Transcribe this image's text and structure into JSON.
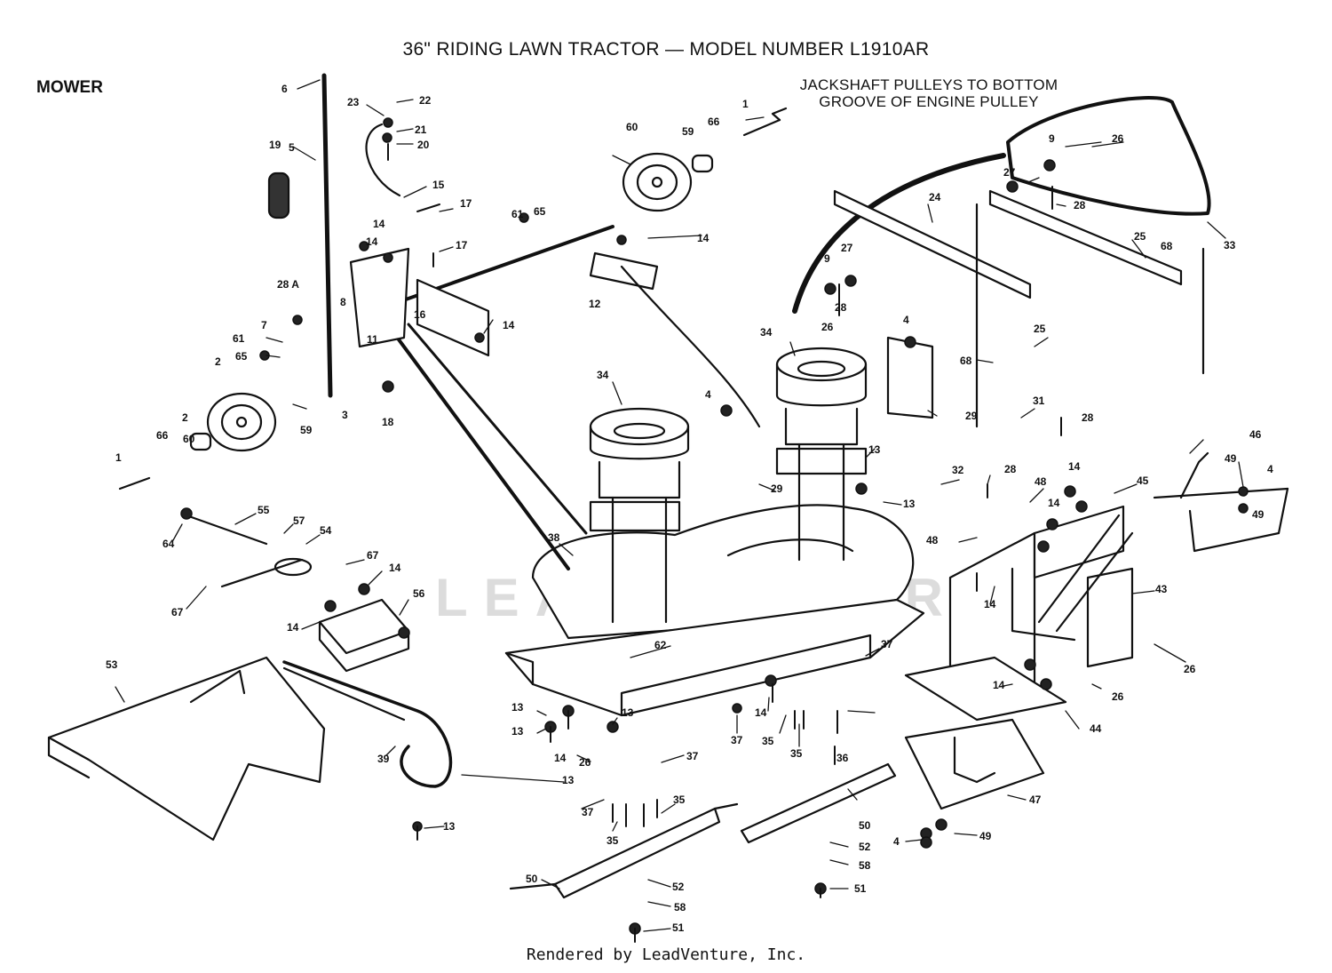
{
  "diagram": {
    "title": "36\" RIDING LAWN TRACTOR — MODEL NUMBER L1910AR",
    "section_label": "MOWER",
    "note_line_1": "JACKSHAFT PULLEYS TO BOTTOM",
    "note_line_2": "GROOVE OF ENGINE PULLEY",
    "watermark": "LEADVENTURE",
    "credit": "Rendered by LeadVenture, Inc.",
    "callouts": [
      {
        "label": "6"
      },
      {
        "label": "5"
      },
      {
        "label": "19"
      },
      {
        "label": "23"
      },
      {
        "label": "22"
      },
      {
        "label": "21"
      },
      {
        "label": "20"
      },
      {
        "label": "15"
      },
      {
        "label": "17"
      },
      {
        "label": "17"
      },
      {
        "label": "14"
      },
      {
        "label": "14"
      },
      {
        "label": "28 A"
      },
      {
        "label": "7"
      },
      {
        "label": "8"
      },
      {
        "label": "11"
      },
      {
        "label": "16"
      },
      {
        "label": "61"
      },
      {
        "label": "65"
      },
      {
        "label": "3"
      },
      {
        "label": "18"
      },
      {
        "label": "2"
      },
      {
        "label": "60"
      },
      {
        "label": "59"
      },
      {
        "label": "66"
      },
      {
        "label": "1"
      },
      {
        "label": "2"
      },
      {
        "label": "60"
      },
      {
        "label": "66"
      },
      {
        "label": "1"
      },
      {
        "label": "59"
      },
      {
        "label": "61"
      },
      {
        "label": "65"
      },
      {
        "label": "14"
      },
      {
        "label": "12"
      },
      {
        "label": "14"
      },
      {
        "label": "9"
      },
      {
        "label": "26"
      },
      {
        "label": "27"
      },
      {
        "label": "28"
      },
      {
        "label": "33"
      },
      {
        "label": "24"
      },
      {
        "label": "25"
      },
      {
        "label": "68"
      },
      {
        "label": "9"
      },
      {
        "label": "27"
      },
      {
        "label": "28"
      },
      {
        "label": "26"
      },
      {
        "label": "4"
      },
      {
        "label": "25"
      },
      {
        "label": "68"
      },
      {
        "label": "34"
      },
      {
        "label": "34"
      },
      {
        "label": "29"
      },
      {
        "label": "31"
      },
      {
        "label": "28"
      },
      {
        "label": "4"
      },
      {
        "label": "29"
      },
      {
        "label": "13"
      },
      {
        "label": "13"
      },
      {
        "label": "32"
      },
      {
        "label": "28"
      },
      {
        "label": "48"
      },
      {
        "label": "48"
      },
      {
        "label": "14"
      },
      {
        "label": "14"
      },
      {
        "label": "45"
      },
      {
        "label": "46"
      },
      {
        "label": "49"
      },
      {
        "label": "4"
      },
      {
        "label": "49"
      },
      {
        "label": "43"
      },
      {
        "label": "14"
      },
      {
        "label": "26"
      },
      {
        "label": "26"
      },
      {
        "label": "14"
      },
      {
        "label": "44"
      },
      {
        "label": "38"
      },
      {
        "label": "62"
      },
      {
        "label": "37"
      },
      {
        "label": "55"
      },
      {
        "label": "57"
      },
      {
        "label": "54"
      },
      {
        "label": "64"
      },
      {
        "label": "67"
      },
      {
        "label": "14"
      },
      {
        "label": "67"
      },
      {
        "label": "56"
      },
      {
        "label": "14"
      },
      {
        "label": "53"
      },
      {
        "label": "39"
      },
      {
        "label": "13"
      },
      {
        "label": "13"
      },
      {
        "label": "13"
      },
      {
        "label": "26"
      },
      {
        "label": "14"
      },
      {
        "label": "13"
      },
      {
        "label": "14"
      },
      {
        "label": "37"
      },
      {
        "label": "35"
      },
      {
        "label": "35"
      },
      {
        "label": "36"
      },
      {
        "label": "37"
      },
      {
        "label": "37"
      },
      {
        "label": "35"
      },
      {
        "label": "35"
      },
      {
        "label": "13"
      },
      {
        "label": "50"
      },
      {
        "label": "52"
      },
      {
        "label": "58"
      },
      {
        "label": "51"
      },
      {
        "label": "50"
      },
      {
        "label": "52"
      },
      {
        "label": "58"
      },
      {
        "label": "51"
      },
      {
        "label": "47"
      },
      {
        "label": "49"
      },
      {
        "label": "4"
      }
    ]
  }
}
